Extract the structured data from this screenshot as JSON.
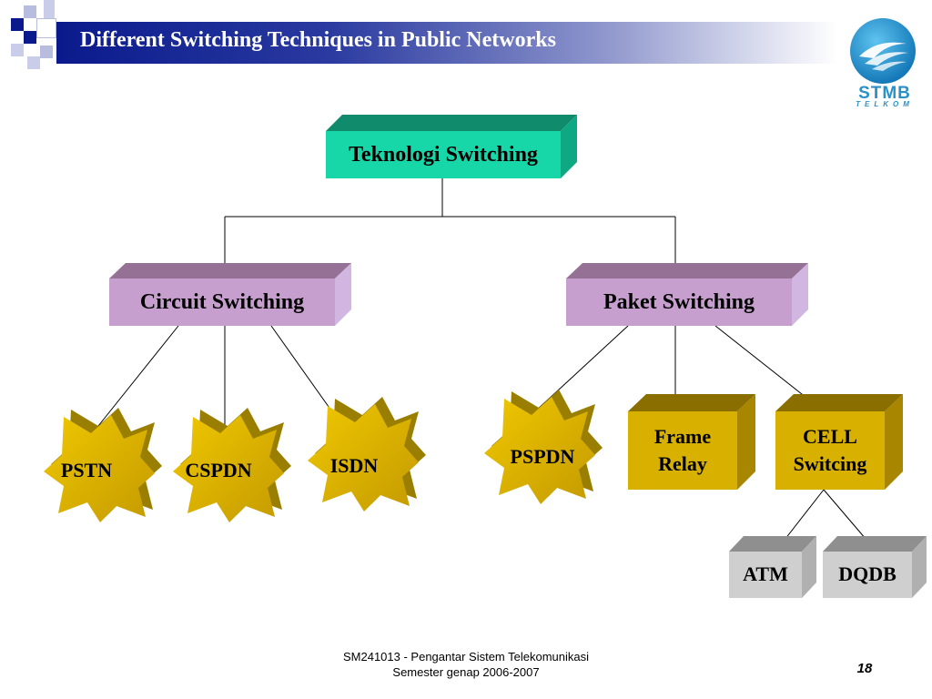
{
  "slide": {
    "title": "Different Switching Techniques in Public Networks",
    "page_number": "18"
  },
  "footer": {
    "line1": "SM241013 - Pengantar Sistem Telekomunikasi",
    "line2": "Semester genap 2006-2007"
  },
  "logo": {
    "name": "STMB",
    "sub": "TELKOM",
    "icon": "stmb-telkom-logo"
  },
  "colors": {
    "root": "#17d6a8",
    "category": "#c79fce",
    "leaf": "#d8b000",
    "sub_leaf": "#cfcfcf",
    "header": "#0a1a8c"
  },
  "diagram": {
    "root": {
      "label": "Teknologi Switching"
    },
    "circuit": {
      "label": "Circuit Switching",
      "children": [
        "PSTN",
        "CSPDN",
        "ISDN"
      ]
    },
    "packet": {
      "label": "Paket Switching",
      "children": [
        "PSPDN"
      ],
      "frame_relay": {
        "line1": "Frame",
        "line2": "Relay"
      },
      "cell": {
        "line1": "CELL",
        "line2": "Switcing",
        "children": [
          "ATM",
          "DQDB"
        ]
      }
    }
  }
}
